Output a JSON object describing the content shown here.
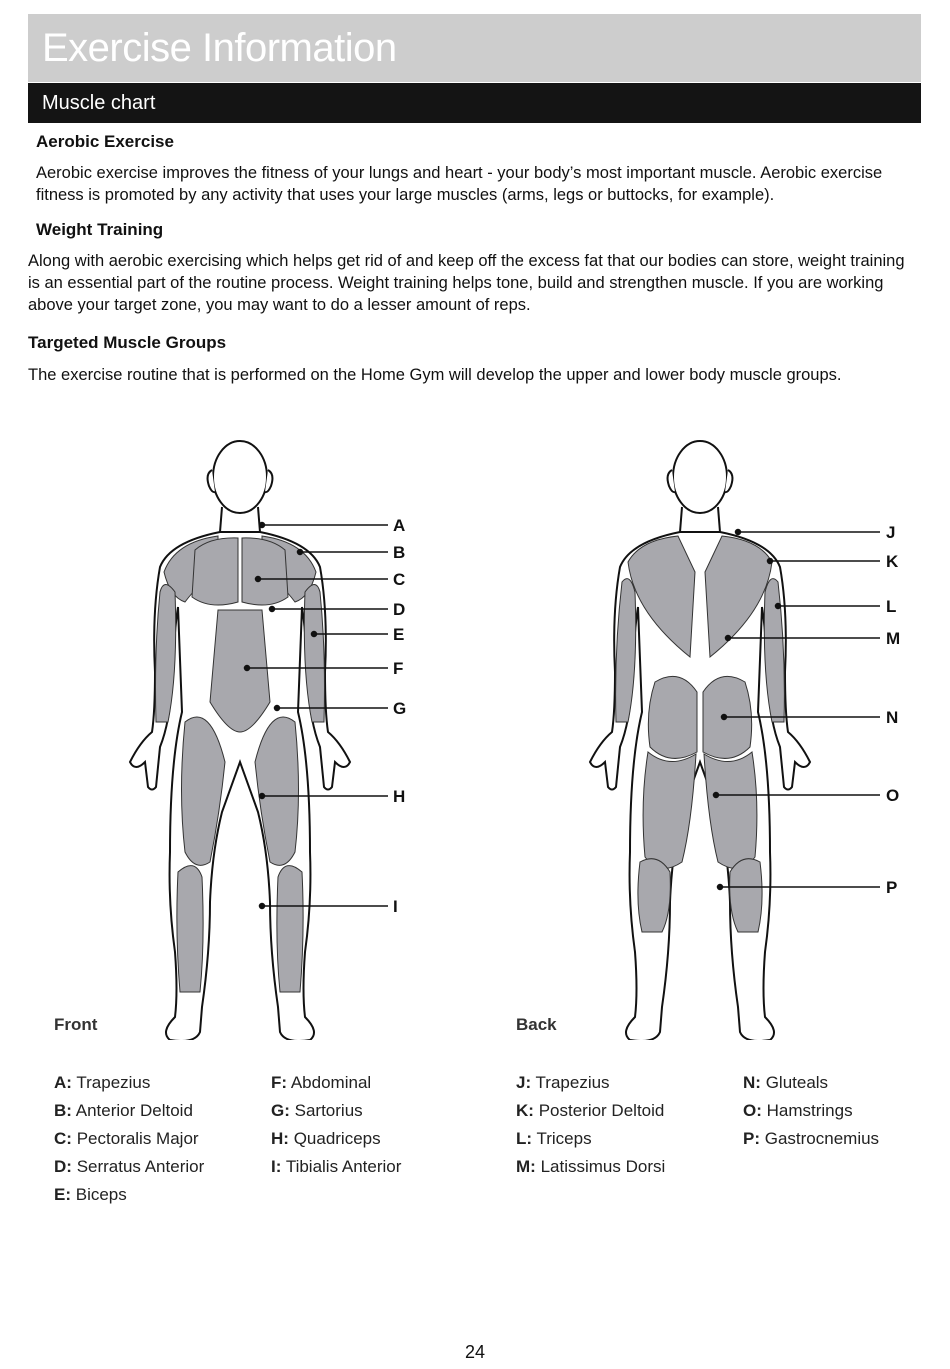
{
  "header": {
    "title": "Exercise Information",
    "subtitle": "Muscle chart"
  },
  "sections": {
    "aerobic": {
      "heading": "Aerobic Exercise",
      "text": "Aerobic exercise improves the fitness of your lungs and heart - your body’s most important muscle. Aerobic exercise fitness is promoted by any activity that uses your large muscles (arms, legs or buttocks, for example)."
    },
    "weight": {
      "heading": "Weight Training",
      "text": "Along with aerobic exercising which helps get rid of and keep off the excess fat that our bodies can store, weight training is an essential part of the routine process. Weight training helps tone, build and strengthen muscle. If you are working above your target zone, you may want to do a lesser amount of reps."
    },
    "targeted": {
      "heading": "Targeted Muscle Groups",
      "text": "The exercise routine that is performed on the Home Gym will develop the upper and lower body muscle groups."
    }
  },
  "figure": {
    "front_labels": [
      "A",
      "B",
      "C",
      "D",
      "E",
      "F",
      "G",
      "H",
      "I"
    ],
    "back_labels": [
      "J",
      "K",
      "L",
      "M",
      "N",
      "O",
      "P"
    ],
    "front_title": "Front",
    "back_title": "Back",
    "muscle_color": "#a8a8ad"
  },
  "legend": {
    "front_col1": [
      {
        "k": "A:",
        "v": "Trapezius"
      },
      {
        "k": "B:",
        "v": "Anterior Deltoid"
      },
      {
        "k": "C:",
        "v": "Pectoralis Major"
      },
      {
        "k": "D:",
        "v": "Serratus Anterior"
      },
      {
        "k": "E:",
        "v": "Biceps"
      }
    ],
    "front_col2": [
      {
        "k": "F:",
        "v": "Abdominal"
      },
      {
        "k": "G:",
        "v": "Sartorius"
      },
      {
        "k": "H:",
        "v": "Quadriceps"
      },
      {
        "k": "I:",
        "v": "Tibialis Anterior"
      }
    ],
    "back_col1": [
      {
        "k": "J:",
        "v": "Trapezius"
      },
      {
        "k": "K:",
        "v": "Posterior Deltoid"
      },
      {
        "k": "L:",
        "v": "Triceps"
      },
      {
        "k": "M:",
        "v": "Latissimus Dorsi"
      }
    ],
    "back_col2": [
      {
        "k": "N:",
        "v": "Gluteals"
      },
      {
        "k": "O:",
        "v": "Hamstrings"
      },
      {
        "k": "P:",
        "v": "Gastrocnemius"
      }
    ]
  },
  "page_number": "24"
}
